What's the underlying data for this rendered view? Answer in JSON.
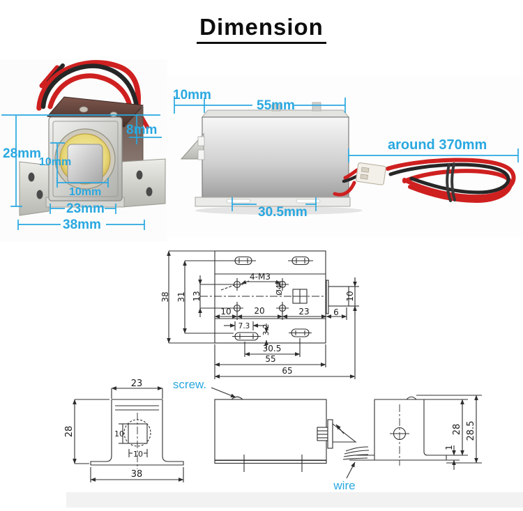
{
  "title": "Dimension",
  "colors": {
    "annotation": "#29a8e0",
    "drawing_line": "#2e2e2e",
    "wire_red": "#cf2020",
    "wire_black": "#262626",
    "brass": "#e9d878"
  },
  "photo_front": {
    "dims": {
      "body_height": "28mm",
      "top_inset": "8mm",
      "plunger_height": "10mm",
      "plunger_width": "10mm",
      "body_width": "23mm",
      "flange_width": "38mm"
    }
  },
  "photo_side": {
    "dims": {
      "latch_depth": "10mm",
      "body_length": "55mm",
      "cable_length": "around 370mm",
      "slot_spacing": "30.5mm"
    }
  },
  "top_view_drawing": {
    "labels": {
      "screw_thread": "4-M3",
      "hole_diameter": "Ø4"
    },
    "dims": {
      "overall_width": "38",
      "slot_spacing": "31",
      "hole_spacing": "13",
      "edge_offset": "10",
      "hole_pitch": "20",
      "right_section": "23",
      "latch_protrusion": "6",
      "slot_offset": "7.3",
      "slot_height": "3.2",
      "bottom_slot_spacing": "30.5",
      "body_length": "55",
      "overall_length": "65",
      "latch_width": "10"
    }
  },
  "front_view_drawing": {
    "dims": {
      "body_width": "23",
      "body_height": "28",
      "plunger_height": "10",
      "plunger_width": "10",
      "flange_width": "38"
    }
  },
  "side_view_drawing": {
    "labels": {
      "screw": "screw.",
      "wire": "wire"
    }
  },
  "side_view2_drawing": {
    "dims": {
      "flange_thickness": "1",
      "body_height": "28",
      "overall_height": "28.5"
    }
  }
}
